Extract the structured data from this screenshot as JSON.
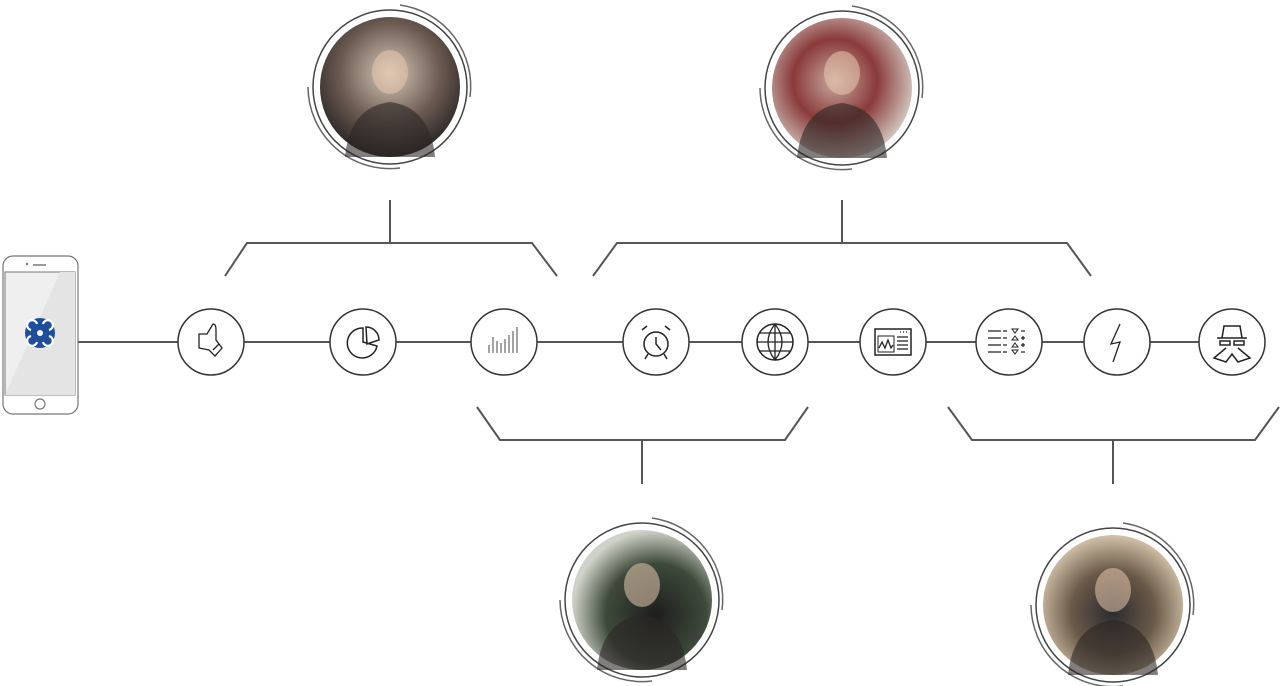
{
  "colors": {
    "line": "#555555",
    "stroke": "#222222",
    "logo": "#1f4f9c",
    "screen": "#efefef"
  },
  "phone": {
    "logo": "brand-logo-icon"
  },
  "nodes": [
    {
      "icon": "thumbs-up-icon"
    },
    {
      "icon": "pie-chart-icon"
    },
    {
      "icon": "bar-chart-icon"
    },
    {
      "icon": "alarm-clock-icon"
    },
    {
      "icon": "globe-icon"
    },
    {
      "icon": "dashboard-window-icon"
    },
    {
      "icon": "ranking-list-icon"
    },
    {
      "icon": "lightning-icon"
    },
    {
      "icon": "spy-icon"
    }
  ],
  "photos": [
    {
      "name": "photo-stressed-woman",
      "tone": "#8a7a70"
    },
    {
      "name": "photo-woman-at-monitor",
      "tone": "#9a8478"
    },
    {
      "name": "photo-trader-at-screens",
      "tone": "#4a4f48"
    },
    {
      "name": "photo-man-with-tablet",
      "tone": "#b49a78"
    }
  ]
}
